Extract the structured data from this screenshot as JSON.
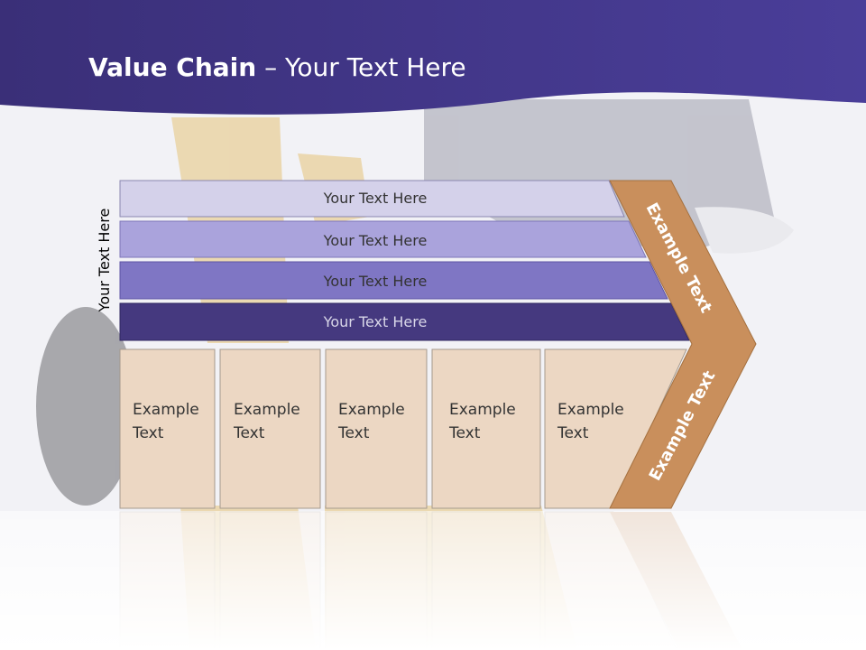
{
  "title": {
    "bold": "Value Chain",
    "rest": " – Your Text Here"
  },
  "side_label": "Your Text Here",
  "support_activities": [
    {
      "label": "Your Text Here",
      "color": "#d4d1ea"
    },
    {
      "label": "Your Text Here",
      "color": "#aaa3dc"
    },
    {
      "label": "Your Text Here",
      "color": "#7f76c4"
    },
    {
      "label": "Your Text Here",
      "color": "#45397f"
    }
  ],
  "primary_activities": [
    {
      "line1": "Example",
      "line2": "Text"
    },
    {
      "line1": "Example",
      "line2": "Text"
    },
    {
      "line1": "Example",
      "line2": "Text"
    },
    {
      "line1": "Example",
      "line2": "Text"
    },
    {
      "line1": "Example",
      "line2": "Text"
    }
  ],
  "margin": {
    "upper": "Example Text",
    "lower": "Example Text"
  },
  "colors": {
    "header": "#3a2f78",
    "header_light": "#4b3f93",
    "box_fill": "#ecd7c3",
    "margin_fill": "#c98f5c",
    "text": "#333333"
  }
}
